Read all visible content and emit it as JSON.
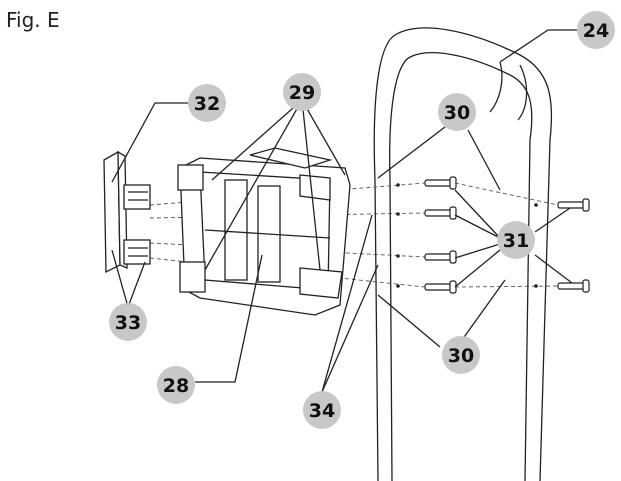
{
  "figure": {
    "caption": "Fig. E"
  },
  "callouts": {
    "c24": "24",
    "c32": "32",
    "c29": "29",
    "c30_top": "30",
    "c31": "31",
    "c33": "33",
    "c28": "28",
    "c34": "34",
    "c30_bottom": "30"
  },
  "colors": {
    "line": "#222222",
    "bubble": "#c8c8c8",
    "text": "#111111"
  }
}
